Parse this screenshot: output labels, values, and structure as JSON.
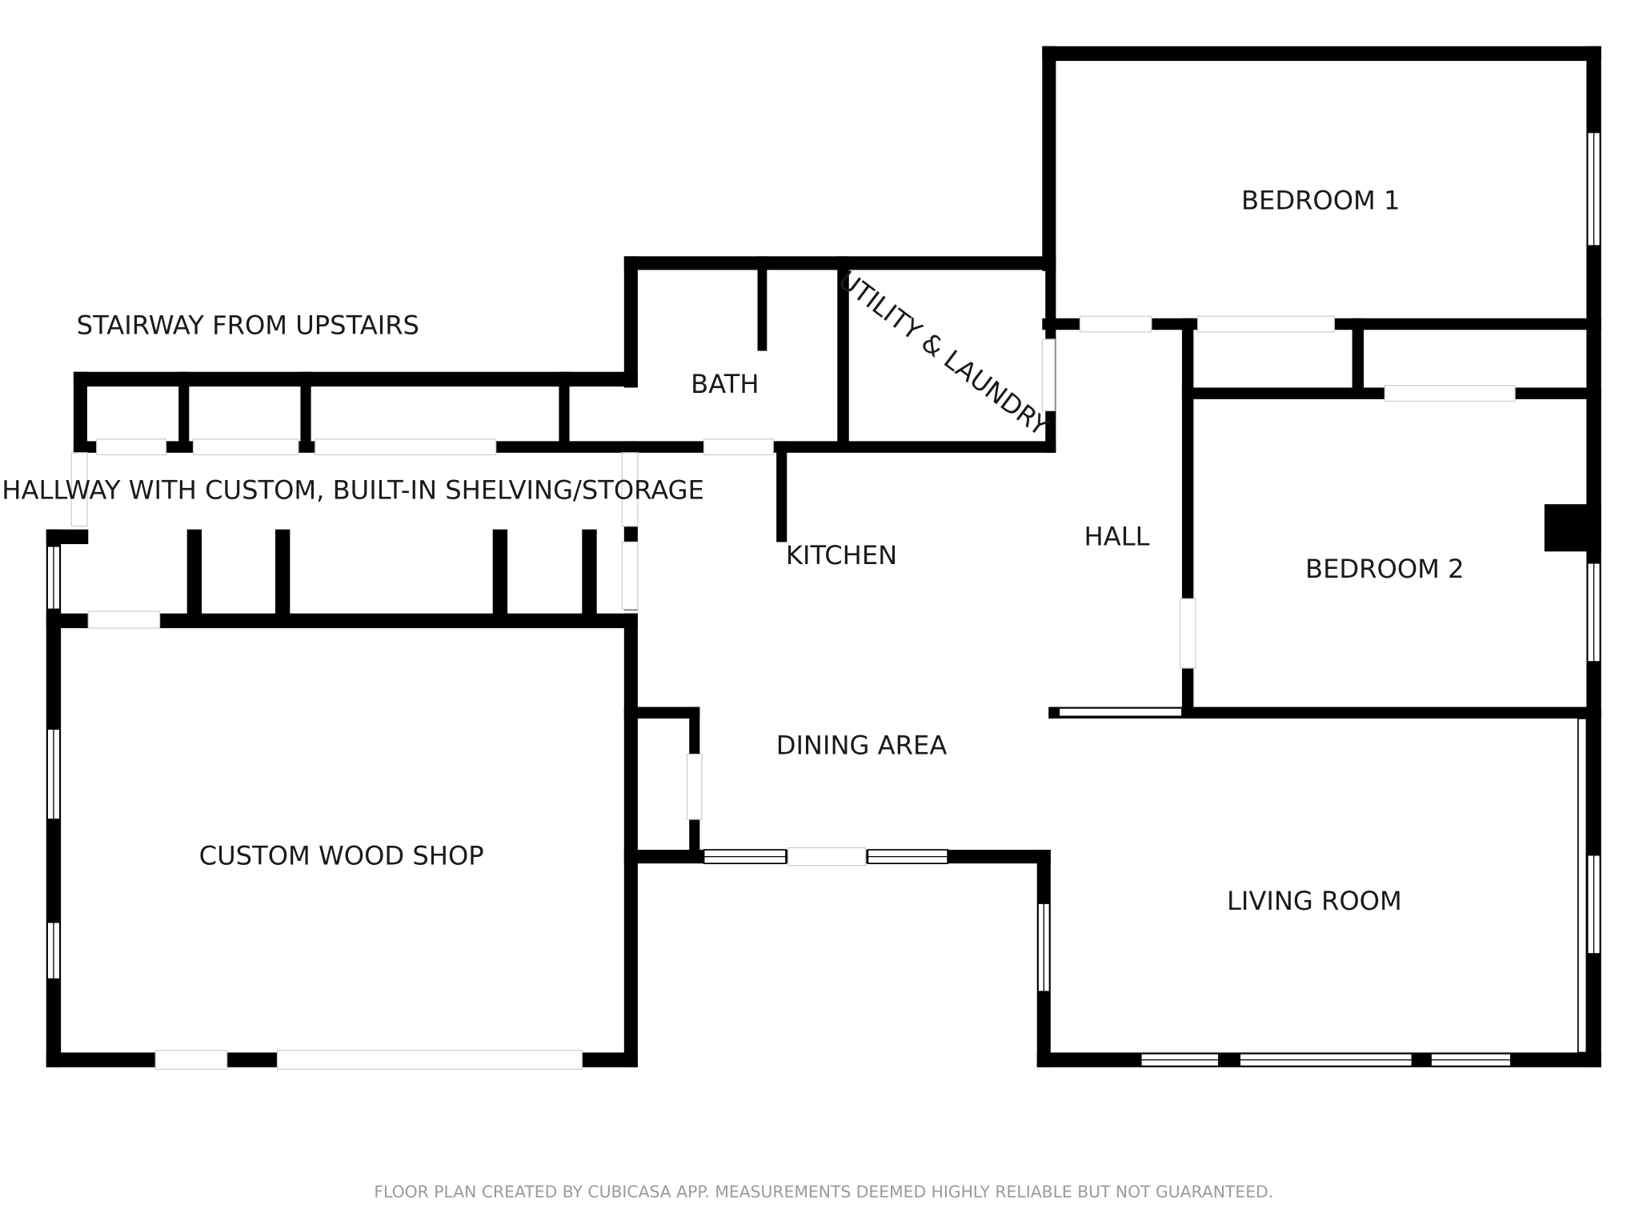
{
  "rooms": {
    "bedroom_1": "BEDROOM 1",
    "stairway": "STAIRWAY FROM UPSTAIRS",
    "bath": "BATH",
    "utility_laundry": "UTILITY & LAUNDRY",
    "hallway_shelving": "HALLWAY WITH CUSTOM, BUILT-IN SHELVING/STORAGE",
    "kitchen": "KITCHEN",
    "hall": "HALL",
    "bedroom_2": "BEDROOM 2",
    "dining_area": "DINING AREA",
    "custom_wood_shop": "CUSTOM WOOD SHOP",
    "living_room": "LIVING ROOM"
  },
  "footer": {
    "disclaimer": "FLOOR PLAN CREATED BY CUBICASA APP. MEASUREMENTS DEEMED HIGHLY RELIABLE BUT NOT GUARANTEED."
  },
  "colors": {
    "wall": "#000000",
    "background": "#ffffff",
    "footer_text": "#9a9a9a"
  }
}
